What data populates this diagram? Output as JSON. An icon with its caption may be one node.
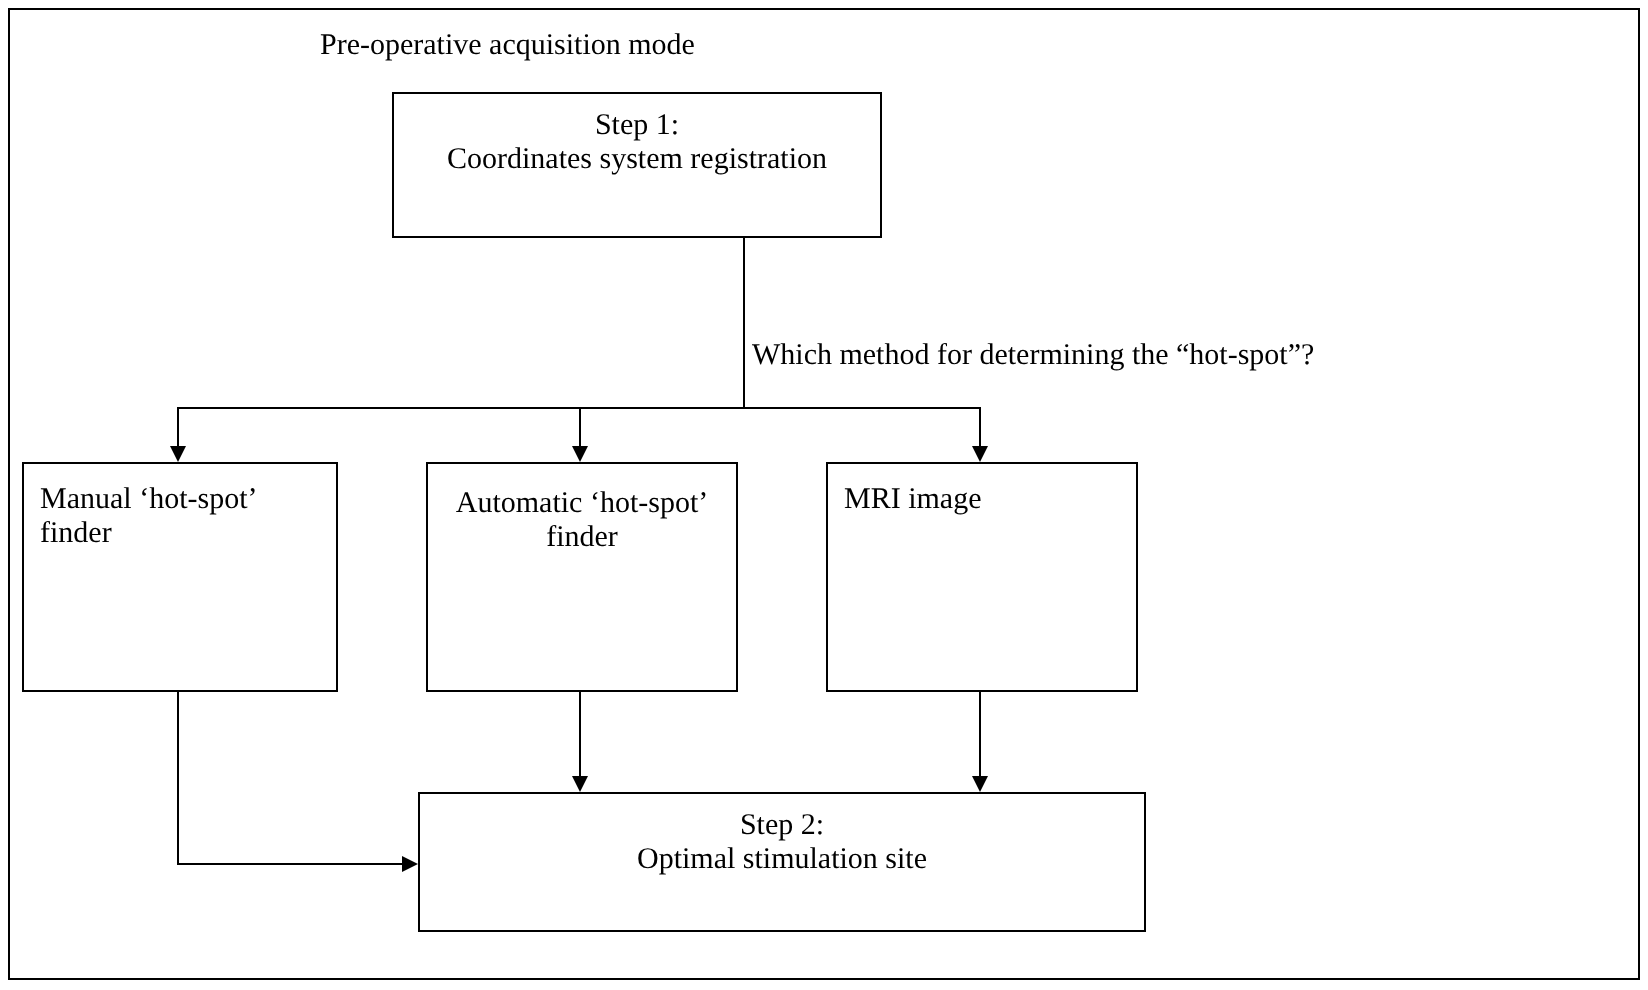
{
  "diagram": {
    "nodes": [
      {
        "text": [
          "Pre-operative acquisition mode"
        ]
      },
      {
        "text": [
          "Step 1:",
          "Coordinates system registration"
        ],
        "in": 0
      },
      {
        "text": [
          "Manual ‘hot-spot’ finder"
        ],
        "in": 0
      },
      {
        "text": [
          "Automatic ‘hot-spot’ finder"
        ],
        "in": 0
      },
      {
        "text": [
          "MRI image"
        ],
        "in": 0
      },
      {
        "text": [
          "Step 2:",
          "Optimal stimulation site"
        ],
        "in": 0
      }
    ],
    "edges": [
      {
        "from": 1,
        "to": 2,
        "arrow": "to"
      },
      {
        "from": 1,
        "to": 3,
        "arrow": "to"
      },
      {
        "from": 1,
        "to": 4,
        "arrow": "to"
      },
      {
        "from": 2,
        "to": 5,
        "arrow": "to"
      },
      {
        "from": 3,
        "to": 5,
        "arrow": "to"
      },
      {
        "from": 4,
        "to": 5,
        "arrow": "to"
      }
    ],
    "labels": [
      "Which method for determining the “hot-spot”?"
    ]
  }
}
